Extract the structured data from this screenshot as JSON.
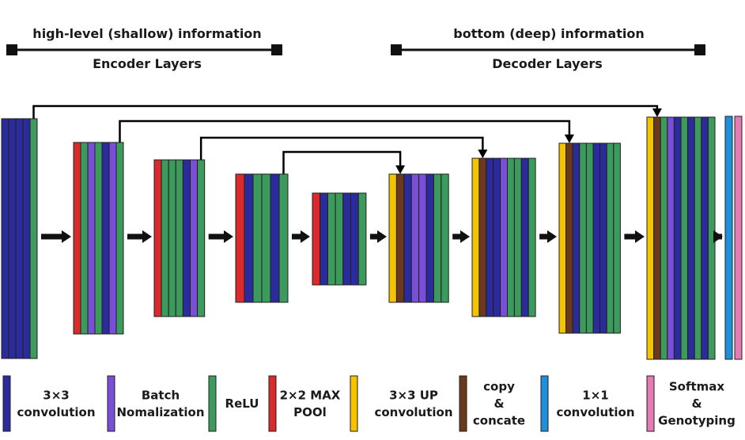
{
  "colors": {
    "conv": "#2b2b9c",
    "batchnorm": "#7a4fd8",
    "relu": "#3b9a5c",
    "maxpool": "#d92b2b",
    "upconv": "#f5c400",
    "concat": "#6b3a1c",
    "conv1x1": "#1f8fdc",
    "softmax": "#e37bb5"
  },
  "headers": {
    "encoder_top": "high-level (shallow) information",
    "encoder_bottom": "Encoder Layers",
    "decoder_top": "bottom (deep) information",
    "decoder_bottom": "Decoder Layers"
  },
  "blocks": [
    {
      "id": "enc1",
      "layers": [
        "conv",
        "conv",
        "conv",
        "conv",
        "relu"
      ]
    },
    {
      "id": "enc2",
      "layers": [
        "maxpool",
        "relu",
        "batchnorm",
        "relu",
        "conv",
        "batchnorm",
        "relu"
      ]
    },
    {
      "id": "enc3",
      "layers": [
        "maxpool",
        "relu",
        "relu",
        "relu",
        "conv",
        "batchnorm",
        "relu"
      ]
    },
    {
      "id": "enc4",
      "layers": [
        "maxpool",
        "conv",
        "relu",
        "relu",
        "conv",
        "relu"
      ]
    },
    {
      "id": "bottleneck",
      "layers": [
        "maxpool",
        "conv",
        "relu",
        "relu",
        "conv",
        "conv",
        "relu"
      ]
    },
    {
      "id": "dec1",
      "layers": [
        "upconv",
        "concat",
        "conv",
        "batchnorm",
        "batchnorm",
        "conv",
        "relu",
        "relu"
      ]
    },
    {
      "id": "dec2",
      "layers": [
        "upconv",
        "concat",
        "conv",
        "conv",
        "batchnorm",
        "relu",
        "relu",
        "conv",
        "relu"
      ]
    },
    {
      "id": "dec3",
      "layers": [
        "upconv",
        "concat",
        "conv",
        "relu",
        "relu",
        "conv",
        "conv",
        "relu",
        "relu"
      ]
    },
    {
      "id": "dec4",
      "layers": [
        "upconv",
        "concat",
        "relu",
        "batchnorm",
        "conv",
        "relu",
        "conv",
        "relu",
        "conv",
        "relu"
      ]
    },
    {
      "id": "output",
      "layers": [
        "conv1x1",
        "softmax"
      ]
    }
  ],
  "legend": [
    {
      "key": "conv",
      "lines": [
        "3×3",
        "convolution"
      ]
    },
    {
      "key": "batchnorm",
      "lines": [
        "Batch",
        "Nomalization"
      ]
    },
    {
      "key": "relu",
      "lines": [
        "ReLU"
      ]
    },
    {
      "key": "maxpool",
      "lines": [
        "2×2 MAX",
        "POOl"
      ]
    },
    {
      "key": "upconv",
      "lines": [
        "3×3 UP",
        "convolution"
      ]
    },
    {
      "key": "concat",
      "lines": [
        "copy",
        "&",
        "concate"
      ]
    },
    {
      "key": "conv1x1",
      "lines": [
        "1×1",
        "convolution"
      ]
    },
    {
      "key": "softmax",
      "lines": [
        "Softmax",
        "&",
        "Genotyping"
      ]
    }
  ]
}
